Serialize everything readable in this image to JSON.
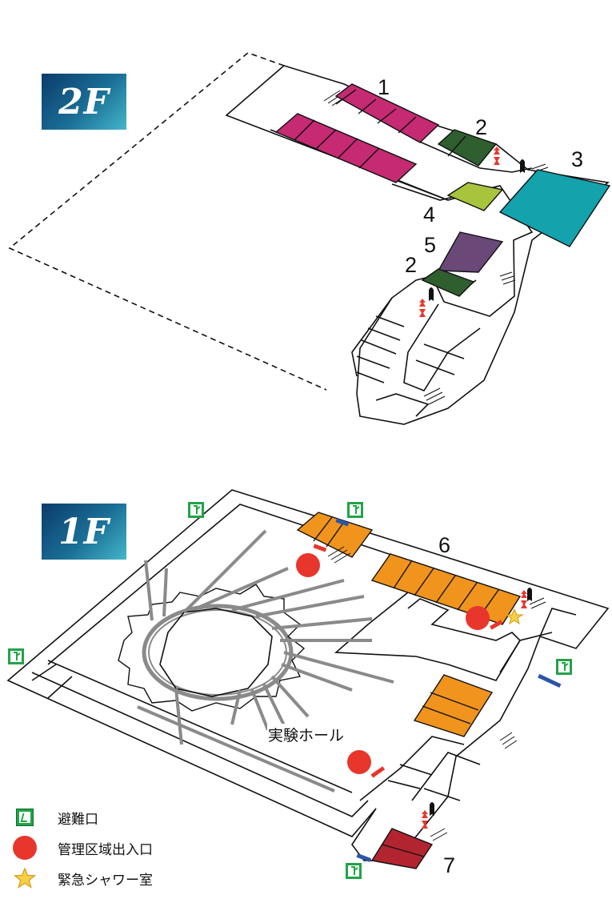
{
  "floors": {
    "upper": {
      "label": "2F"
    },
    "lower": {
      "label": "1F"
    }
  },
  "area_numbers": {
    "upper": [
      "1",
      "2",
      "3",
      "4",
      "5",
      "2"
    ],
    "lower": [
      "6",
      "7"
    ]
  },
  "hall_label": "実験ホール",
  "legend": [
    {
      "symbol": "emergency-exit-icon",
      "label": "避難口"
    },
    {
      "symbol": "red-circle-icon",
      "label": "管理区域出入口"
    },
    {
      "symbol": "yellow-star-icon",
      "label": "緊急シャワー室"
    }
  ],
  "colors": {
    "magenta": "#c52a72",
    "dark_green": "#2f5e2f",
    "teal": "#14a2ad",
    "lime": "#a8c43c",
    "purple": "#6a4878",
    "orange": "#f0941e",
    "dark_red": "#b22430",
    "red": "#e8362d",
    "blue": "#2b55a6",
    "exit_green": "#22a348",
    "gray": "#8a8a8a",
    "star": "#f7d046"
  }
}
